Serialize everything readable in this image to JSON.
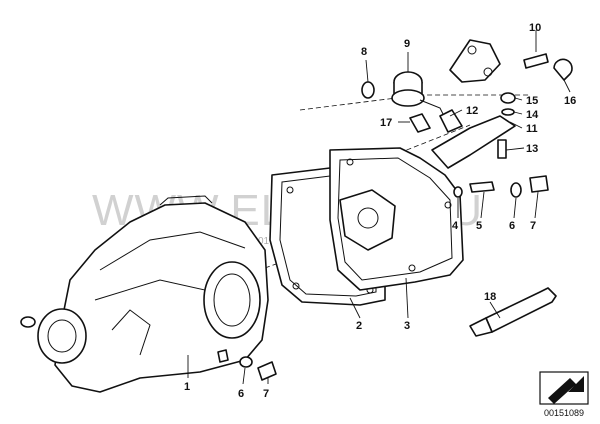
{
  "diagram": {
    "watermark": "WWW.ELCATS.RU",
    "watermark_date": "01.01.2012",
    "diagram_code": "00151089",
    "callouts": {
      "c1": "1",
      "c2": "2",
      "c3": "3",
      "c4": "4",
      "c5": "5",
      "c6_right": "6",
      "c7_right": "7",
      "c6_bottom": "6",
      "c7_bottom": "7",
      "c8": "8",
      "c9": "9",
      "c10": "10",
      "c11": "11",
      "c12": "12",
      "c13": "13",
      "c14": "14",
      "c15": "15",
      "c16": "16",
      "c17": "17",
      "c18": "18"
    }
  }
}
